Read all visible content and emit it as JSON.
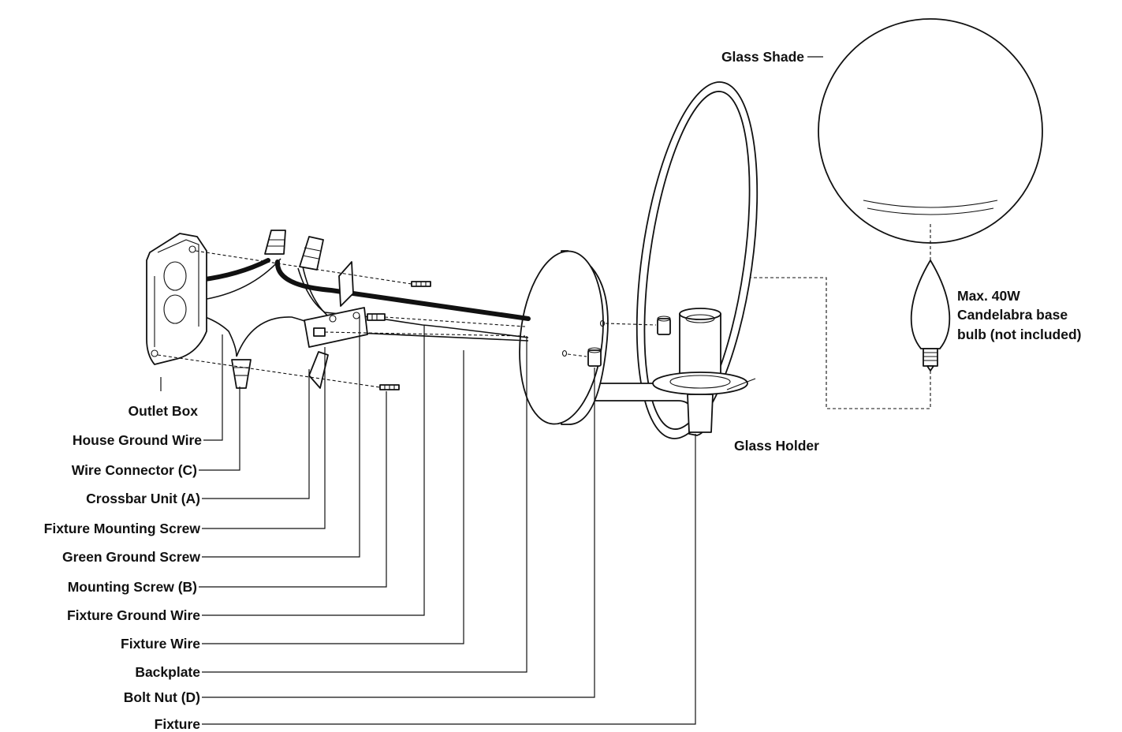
{
  "diagram": {
    "labels": {
      "glass_shade": "Glass Shade",
      "bulb_line1": "Max. 40W",
      "bulb_line2": "Candelabra base",
      "bulb_line3": "bulb (not included)",
      "glass_holder": "Glass Holder",
      "outlet_box": "Outlet Box",
      "house_ground_wire": "House Ground Wire",
      "wire_connector": "Wire Connector (C)",
      "crossbar_unit": "Crossbar Unit (A)",
      "fixture_mounting_screw": "Fixture Mounting Screw",
      "green_ground_screw": "Green Ground Screw",
      "mounting_screw": "Mounting Screw (B)",
      "fixture_ground_wire": "Fixture Ground Wire",
      "fixture_wire": "Fixture Wire",
      "backplate": "Backplate",
      "bolt_nut": "Bolt Nut (D)",
      "fixture": "Fixture"
    }
  }
}
